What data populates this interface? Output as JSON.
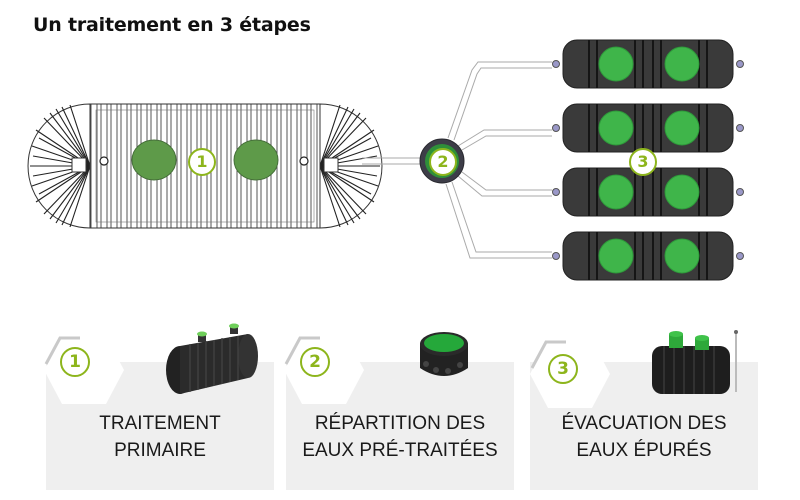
{
  "title": "Un traitement en 3 étapes",
  "diagram": {
    "step_badges": [
      "1",
      "2",
      "3"
    ]
  },
  "steps": [
    {
      "number": "1",
      "label_line1": "TRAITEMENT",
      "label_line2": "PRIMAIRE",
      "product": "primary-tank-icon"
    },
    {
      "number": "2",
      "label_line1": "RÉPARTITION DES",
      "label_line2": "EAUX PRÉ-TRAITÉES",
      "product": "distribution-box-icon"
    },
    {
      "number": "3",
      "label_line1": "ÉVACUATION DES",
      "label_line2": "EAUX ÉPURÉS",
      "product": "filter-tank-icon"
    }
  ],
  "colors": {
    "accent_green": "#8db51c",
    "card_bg": "#efefef",
    "lid_green": "#3fb54a",
    "primary_lid_green": "#5e9a49"
  }
}
